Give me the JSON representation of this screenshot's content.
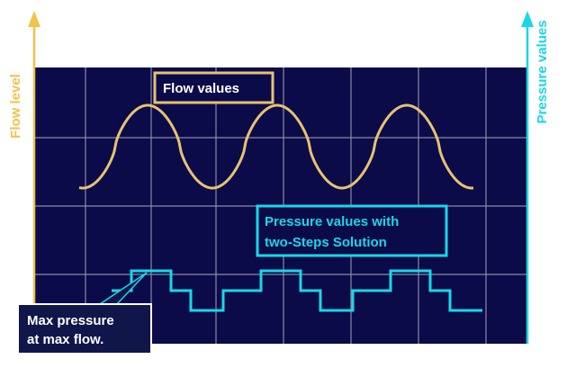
{
  "axes": {
    "left_label": "Flow level",
    "right_label": "Pressure values"
  },
  "annotations": {
    "flow_box": "Flow values",
    "pressure_box_line1": "Pressure values with",
    "pressure_box_line2": "two-Steps Solution",
    "callout_line1": "Max pressure",
    "callout_line2": "at max flow."
  },
  "colors": {
    "background": "#0b0b4a",
    "grid": "#8a8aa8",
    "flow": "#e8c270",
    "pressure": "#19d7e6",
    "flow_axis": "#f2c24a",
    "pressure_axis": "#19d7e6",
    "callout_bg": "#10164a"
  },
  "chart_data": {
    "type": "line",
    "series": [
      {
        "name": "Flow values",
        "shape": "sinusoid",
        "cycles": 3
      },
      {
        "name": "Pressure values with two-Steps Solution",
        "shape": "stepped",
        "cycles": 3
      }
    ]
  }
}
